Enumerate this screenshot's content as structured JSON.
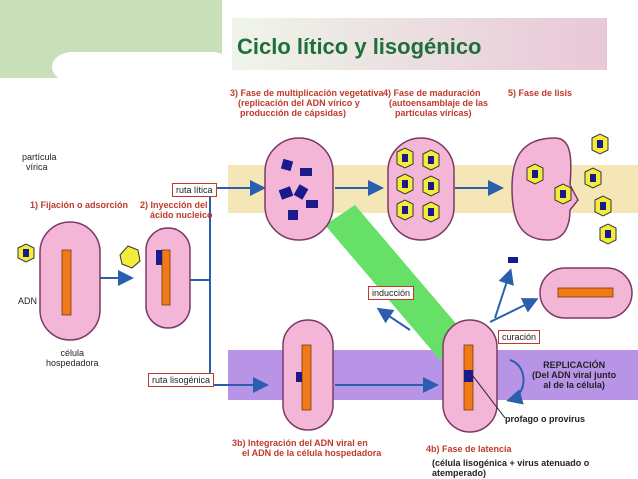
{
  "title": "Ciclo  lítico y lisogénico",
  "labels": {
    "particula": [
      "partícula",
      "vírica"
    ],
    "step1": "1) Fijación o adsorción",
    "adn": "ADN",
    "celula": [
      "célula",
      "hospedadora"
    ],
    "step2": [
      "2) Inyección del",
      "ácido nucleico"
    ],
    "ruta_litica": "ruta lítica",
    "ruta_lisogenica": "ruta lisogénica",
    "step3": [
      "3) Fase de multiplicación vegetativa",
      "(replicación del ADN vírico y",
      "producción de cápsidas)"
    ],
    "step4": [
      "4) Fase de maduración",
      "(autoensamblaje de las",
      "partículas víricas)"
    ],
    "step5": "5) Fase de lisis",
    "induccion": "inducción",
    "curacion": "curación",
    "replicacion": [
      "REPLICACIÓN",
      "(Del ADN viral junto",
      "al de la célula)"
    ],
    "profago": "profago o provirus",
    "step3b": [
      "3b) Integración del ADN viral en",
      "el ADN de la célula hospedadora"
    ],
    "step4b": "4b) Fase de latencia",
    "latencia_detail": "(célula lisogénica + virus atenuado o atemperado)"
  },
  "colors": {
    "title": "#1f6f3a",
    "cell_fill": "#f4b6d6",
    "cell_stroke": "#7a3a66",
    "dna": "#f07a1a",
    "viral_dna": "#1a1a8c",
    "lytic_band": "#f5e6b8",
    "lysogenic_band": "#b894e6",
    "induction_band": "#66e066",
    "arrow": "#2a5fb0",
    "capsid": "#f4ec3a",
    "corner": "#c9dfb8"
  }
}
